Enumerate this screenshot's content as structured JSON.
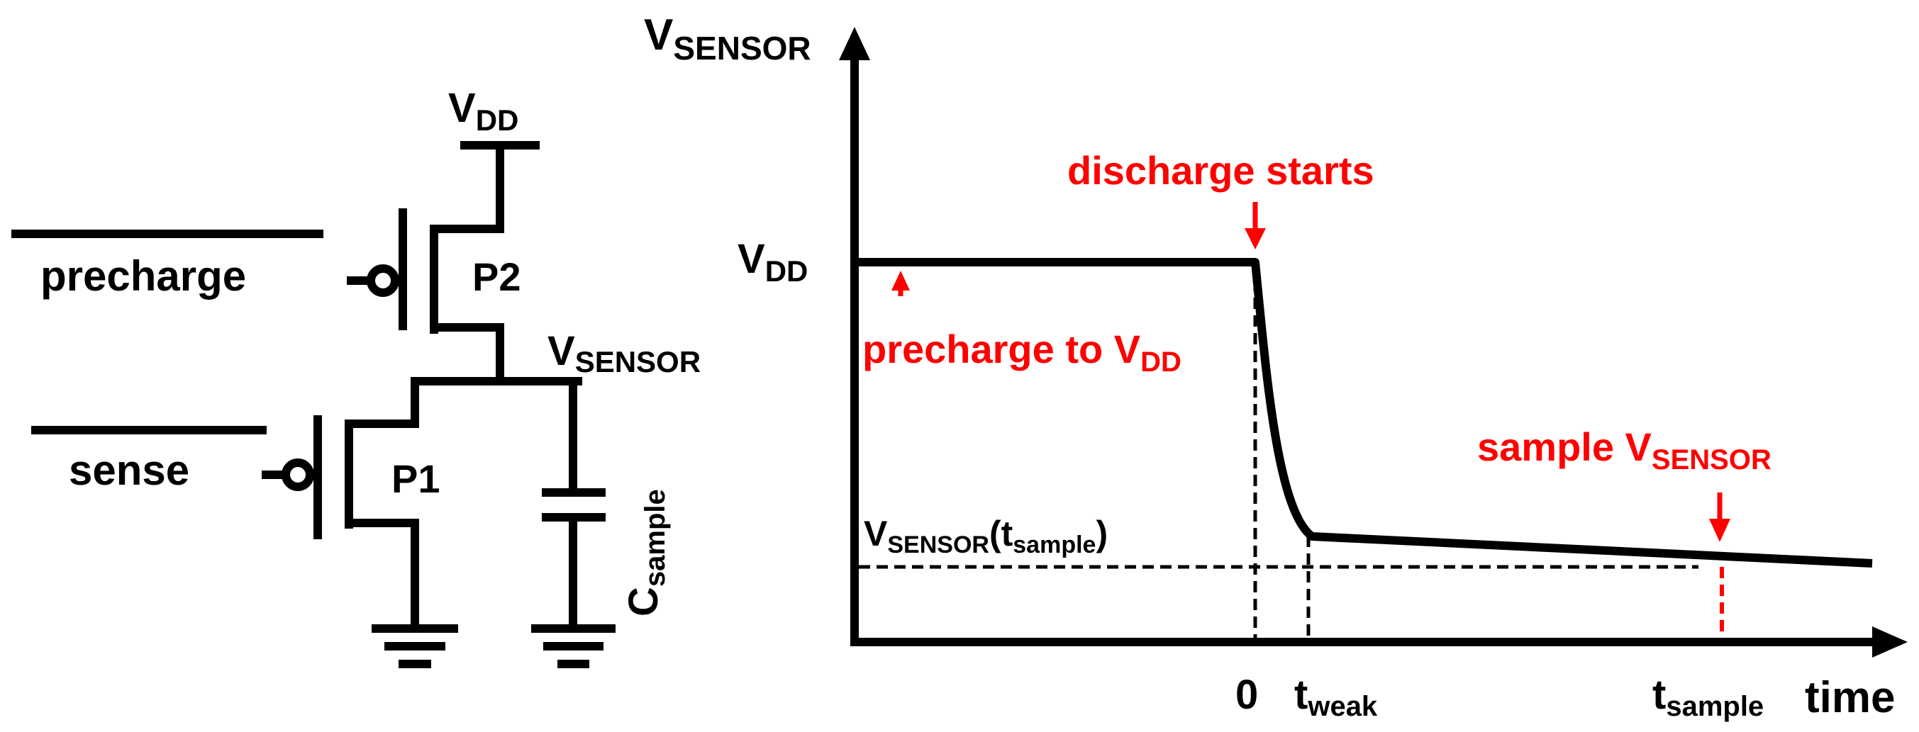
{
  "colors": {
    "ink": "#000000",
    "accent": "#ff0000",
    "background": "#ffffff"
  },
  "circuit": {
    "vdd": {
      "main": "V",
      "sub": "DD"
    },
    "precharge_label": "precharge",
    "sense_label": "sense",
    "p2_label": "P2",
    "p1_label": "P1",
    "vsensor_node": {
      "main": "V",
      "sub": "SENSOR"
    },
    "cap_label": {
      "main": "C",
      "sub": "sample"
    }
  },
  "plot": {
    "y_axis": {
      "main": "V",
      "sub": "SENSOR"
    },
    "x_axis_label": "time",
    "vdd_level": {
      "main": "V",
      "sub": "DD"
    },
    "vsample_level": {
      "main": "V",
      "sub": "SENSOR",
      "paren_open": "(t",
      "paren_sub": "sample",
      "paren_close": ")"
    },
    "tick_zero": "0",
    "tick_tweak": {
      "main": "t",
      "sub": "weak"
    },
    "tick_tsample": {
      "main": "t",
      "sub": "sample"
    },
    "annotations": {
      "discharge": "discharge starts",
      "precharge": {
        "main": "precharge to V",
        "sub": "DD"
      },
      "sample": {
        "main": "sample V",
        "sub": "SENSOR"
      }
    }
  }
}
